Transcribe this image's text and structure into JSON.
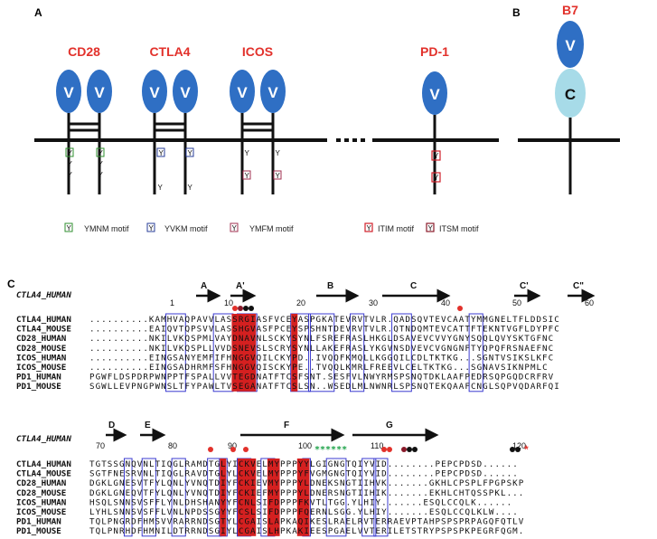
{
  "panels": {
    "a": "A",
    "b": "B",
    "c": "C"
  },
  "receptors": [
    {
      "name": "CD28",
      "domain": "V",
      "motifs": [
        "Y",
        "Y",
        "Y",
        "Y",
        "Y",
        "Y"
      ],
      "motif_types": [
        "YMNM",
        "YMNM",
        "",
        "",
        "",
        ""
      ]
    },
    {
      "name": "CTLA4",
      "domain": "V",
      "motifs": [
        "Y",
        "Y",
        "Y",
        "Y"
      ],
      "motif_types": [
        "YVKM",
        "YVKM",
        "",
        ""
      ]
    },
    {
      "name": "ICOS",
      "domain": "V",
      "motifs": [
        "Y",
        "Y",
        "Y",
        "Y"
      ],
      "motif_types": [
        "",
        "",
        "YMFM",
        "YMFM"
      ]
    },
    {
      "name": "PD-1",
      "domain": "V",
      "motifs": [
        "Y",
        "Y"
      ],
      "motif_types": [
        "ITIM",
        "ITSM"
      ]
    }
  ],
  "ligand": {
    "name": "B7",
    "domains": [
      "V",
      "C"
    ]
  },
  "legend": [
    {
      "glyph": "Y",
      "label": "YMNM motif",
      "color": "#2f8f2f"
    },
    {
      "glyph": "Y",
      "label": "YVKM motif",
      "color": "#2a3f9a"
    },
    {
      "glyph": "Y",
      "label": "YMFM motif",
      "color": "#a03050"
    },
    {
      "glyph": "Y",
      "label": "ITIM motif",
      "color": "#d0202a"
    },
    {
      "glyph": "Y",
      "label": "ITSM motif",
      "color": "#8a1a2a"
    }
  ],
  "colors": {
    "red": "#e2312b",
    "domain_blue": "#2f6fc4",
    "domain_cyan": "#a7dbe8",
    "box_blue": "#3b3bd0",
    "black": "#111111",
    "green": "#1fa34a"
  },
  "alignment_blocks": [
    {
      "header": "CTLA4_HUMAN",
      "ss_labels": [
        "A",
        "A'",
        "B",
        "C",
        "C'",
        "C\""
      ],
      "position_numbers": [
        "1",
        "10",
        "20",
        "30",
        "40",
        "50",
        "60"
      ],
      "rows": [
        {
          "name": "CTLA4_HUMAN",
          "seq": "..........KAMHVAQPAVVLASSRGIASFVCEYASPGKATEVRVTVLR.QADSQVTEVCAATYMMGNELTFLDDSIC"
        },
        {
          "name": "CTLA4_MOUSE",
          "seq": "..........EAIQVTQPSVVLASSHGVASFPCEYSPSHNTDEVRVTVLR.QTNDQMTEVCATTFTEKNTVGFLDYPFC"
        },
        {
          "name": "CD28_HUMAN",
          "seq": "..........NKILVKQSPMLVAYDNAVNLSCKYSYNLFSREFRASLHKGLDSAVEVCVVYGNYSQQLQVYSKTGFNC"
        },
        {
          "name": "CD28_MOUSE",
          "seq": "..........NKILVKQSPLLVVDSNEVSLSCRYSYNLLAKEFRASLYKGVNSDVEVCVGNGNFTYQPQFRSNAEFNC"
        },
        {
          "name": "ICOS_HUMAN",
          "seq": "..........EINGSANYEMFIFHNGGVQILCKYPD..IVQQFKMQLLKGGQILCDLTKTKG...SGNTVSIKSLKFC"
        },
        {
          "name": "ICOS_MOUSE",
          "seq": "..........EINGSADHRMFSFHNGGVQISCKYPE..TVQQLKMRLFREEVLCELTKTKG...SGNAVSIKNPMLC"
        },
        {
          "name": "PD1_HUMAN",
          "seq": "PGWFLDSPDRPWNPPTFSPALLVVTEGDNATFTCSFSNT.SESFVLNWYRMSPSNQTDKLAAFPEDRSQPGQDCRFRV"
        },
        {
          "name": "PD1_MOUSE",
          "seq": "SGWLLEVPNGPWNSLTFYPAWLTVSEGANATFTCSLSN..WSEDLMLNWNRLSPSNQTEKQAAFCNGLSQPVQDARFQI"
        }
      ]
    },
    {
      "header": "CTLA4_HUMAN",
      "ss_labels": [
        "D",
        "E",
        "F",
        "G"
      ],
      "position_numbers": [
        "70",
        "80",
        "90",
        "100",
        "110",
        "120"
      ],
      "stars": "******",
      "rows": [
        {
          "name": "CTLA4_HUMAN",
          "seq": "TGTSSGNQVNLTIQGLRAMDTGLYICKVELMYPPPYYLGIGNGTQIYVID........PEPCPDSD......"
        },
        {
          "name": "CTLA4_MOUSE",
          "seq": "SGTFNESRVNLTIQGLRAVDTGLYLCKVELMYPPPYFVGMGNGTQIYVID........PEPCPDSD......"
        },
        {
          "name": "CD28_HUMAN",
          "seq": "DGKLGNESVTFYLQNLYVNQTDIYFCKIEVMYPPPYLDNEKSNGTIIHVK.......GKHLCPSPLFPGPSKP"
        },
        {
          "name": "CD28_MOUSE",
          "seq": "DGKLGNEQVTFYLQNLYVNQTDIYFCKIEFMYPPPYLDNERSNGTIIHIK.......EKHLCHTQSSPKL..."
        },
        {
          "name": "ICOS_HUMAN",
          "seq": "HSQLSNNSVSFFLYNLDHSHANYYFCNLSIFDPPPFKVTLTGG.YLHIY.......ESQLCCQLK......"
        },
        {
          "name": "ICOS_MOUSE",
          "seq": "LYHLSNNSVSFFLVNLNPDSSGYYFCSLSIFDPPPFQERNLSGG.YLHIY.......ESQLCCQLKLW...."
        },
        {
          "name": "PD1_HUMAN",
          "seq": "TQLPNGRDFHMSVVRARRNDSGTYLCGAISLAPKAQIKESLRAELRVTERRAEVPTAHPSPSPRPAGQFQTLV"
        },
        {
          "name": "PD1_MOUSE",
          "seq": "TQLPNRHDFHMNILDTRRNDSGIYLCGAISLHPKAKIEESPGAELVVTERILETSTRYPSPSPKPEGRFQGM."
        }
      ]
    }
  ]
}
